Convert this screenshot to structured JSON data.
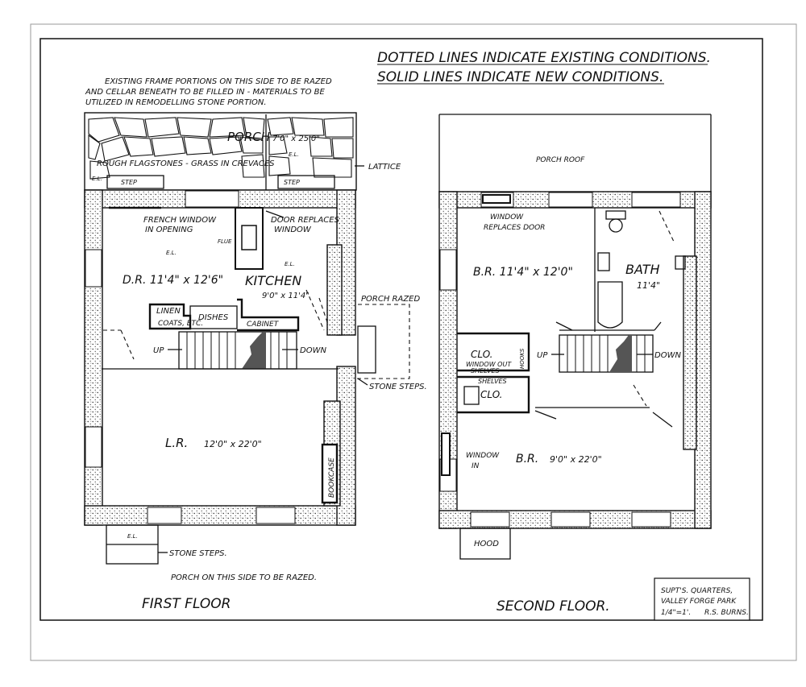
{
  "notes": {
    "dotted": "DOTTED LINES INDICATE EXISTING CONDITIONS.",
    "solid": "SOLID LINES INDICATE NEW CONDITIONS.",
    "frame_1": "EXISTING FRAME PORTIONS ON THIS SIDE TO BE RAZED",
    "frame_2": "AND CELLAR BENEATH TO BE FILLED IN - MATERIALS TO BE",
    "frame_3": "UTILIZED IN REMODELLING STONE PORTION."
  },
  "first_floor": {
    "title": "FIRST FLOOR",
    "porch": "PORCH",
    "porch_dim": "7'0\" x 25'0\"",
    "flagstones": "ROUGH FLAGSTONES - GRASS IN CREVACES",
    "lattice": "LATTICE",
    "step": "STEP",
    "el": "E.L.",
    "french_window_1": "FRENCH WINDOW",
    "french_window_2": "IN OPENING",
    "door_replaces_1": "DOOR REPLACES",
    "door_replaces_2": "WINDOW",
    "flue": "FLUE",
    "dr": "D.R. 11'4\" x 12'6\"",
    "kitchen": "KITCHEN",
    "kitchen_dim": "9'0\" x 11'4\"",
    "porch_razed": "PORCH RAZED",
    "linen": "LINEN",
    "coats": "COATS, ETC.",
    "dishes": "DISHES",
    "cabinet": "CABINET",
    "up": "UP",
    "down": "DOWN",
    "stone_steps": "STONE STEPS.",
    "lr": "L.R.",
    "lr_dim": "12'0\" x 22'0\"",
    "bookcase": "BOOKCASE",
    "stone_steps_front": "STONE STEPS.",
    "porch_razed_note": "PORCH ON THIS SIDE TO BE RAZED."
  },
  "second_floor": {
    "title": "SECOND FLOOR.",
    "porch_roof": "PORCH ROOF",
    "window_replaces_1": "WINDOW",
    "window_replaces_2": "REPLACES DOOR",
    "br_front": "B.R. 11'4\" x 12'0\"",
    "bath": "BATH",
    "bath_dim": "11'4\"",
    "clo_1": "CLO.",
    "window_out": "WINDOW OUT",
    "shelves_1": "SHELVES",
    "hooks": "HOOKS",
    "shelves_2": "SHELVES",
    "clo_2": "CLO.",
    "up": "UP",
    "down": "DOWN",
    "window_in_1": "WINDOW",
    "window_in_2": "IN",
    "br_rear": "B.R.",
    "br_rear_dim": "9'0\" x 22'0\"",
    "hood": "HOOD"
  },
  "title_block": {
    "line1": "SUPT'S. QUARTERS,",
    "line2": "VALLEY FORGE PARK",
    "scale": "1/4\"=1'.",
    "author": "R.S. BURNS."
  }
}
